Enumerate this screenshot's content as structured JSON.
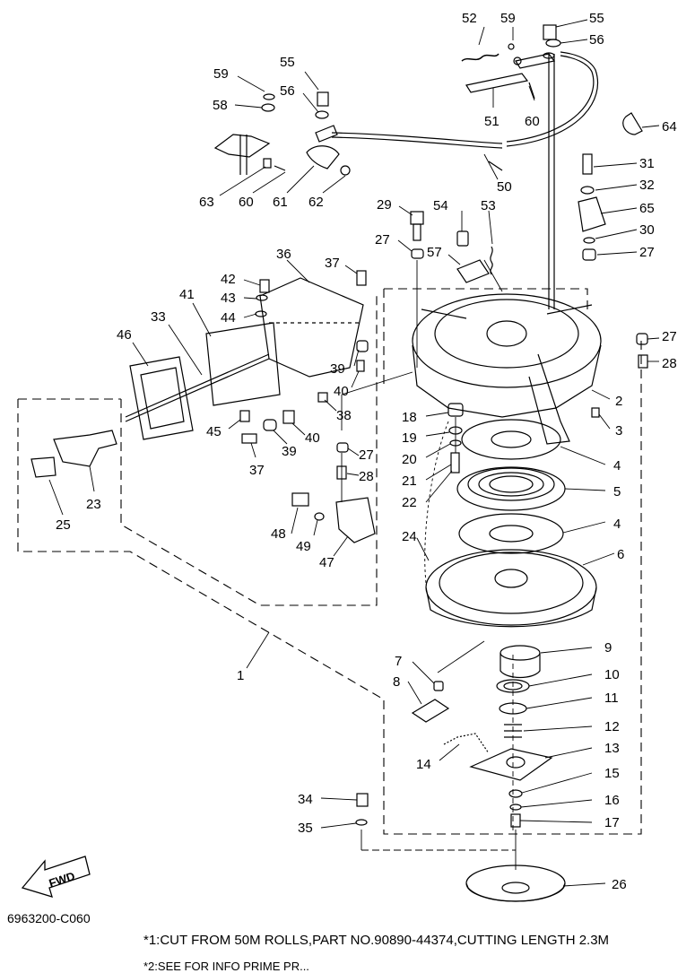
{
  "diagram": {
    "callouts": [
      {
        "id": "lbl-52",
        "text": "52"
      },
      {
        "id": "lbl-59a",
        "text": "59"
      },
      {
        "id": "lbl-55a",
        "text": "55"
      },
      {
        "id": "lbl-56a",
        "text": "56"
      },
      {
        "id": "lbl-51",
        "text": "51"
      },
      {
        "id": "lbl-60a",
        "text": "60"
      },
      {
        "id": "lbl-64",
        "text": "64"
      },
      {
        "id": "lbl-59b",
        "text": "59"
      },
      {
        "id": "lbl-55b",
        "text": "55"
      },
      {
        "id": "lbl-58",
        "text": "58"
      },
      {
        "id": "lbl-56b",
        "text": "56"
      },
      {
        "id": "lbl-50",
        "text": "50"
      },
      {
        "id": "lbl-63",
        "text": "63"
      },
      {
        "id": "lbl-60b",
        "text": "60"
      },
      {
        "id": "lbl-61",
        "text": "61"
      },
      {
        "id": "lbl-62",
        "text": "62"
      },
      {
        "id": "lbl-31",
        "text": "31"
      },
      {
        "id": "lbl-32",
        "text": "32"
      },
      {
        "id": "lbl-65",
        "text": "65"
      },
      {
        "id": "lbl-30",
        "text": "30"
      },
      {
        "id": "lbl-27a",
        "text": "27"
      },
      {
        "id": "lbl-29",
        "text": "29"
      },
      {
        "id": "lbl-54",
        "text": "54"
      },
      {
        "id": "lbl-53",
        "text": "53"
      },
      {
        "id": "lbl-27b",
        "text": "27"
      },
      {
        "id": "lbl-57",
        "text": "57"
      },
      {
        "id": "lbl-36",
        "text": "36"
      },
      {
        "id": "lbl-37a",
        "text": "37"
      },
      {
        "id": "lbl-42",
        "text": "42"
      },
      {
        "id": "lbl-43",
        "text": "43"
      },
      {
        "id": "lbl-44",
        "text": "44"
      },
      {
        "id": "lbl-41",
        "text": "41"
      },
      {
        "id": "lbl-33",
        "text": "33"
      },
      {
        "id": "lbl-46",
        "text": "46"
      },
      {
        "id": "lbl-27c",
        "text": "27"
      },
      {
        "id": "lbl-28a",
        "text": "28"
      },
      {
        "id": "lbl-39a",
        "text": "39"
      },
      {
        "id": "lbl-40a",
        "text": "40"
      },
      {
        "id": "lbl-38",
        "text": "38"
      },
      {
        "id": "lbl-2",
        "text": "2"
      },
      {
        "id": "lbl-3",
        "text": "3"
      },
      {
        "id": "lbl-45",
        "text": "45"
      },
      {
        "id": "lbl-40b",
        "text": "40"
      },
      {
        "id": "lbl-18",
        "text": "18"
      },
      {
        "id": "lbl-19",
        "text": "19"
      },
      {
        "id": "lbl-37b",
        "text": "37"
      },
      {
        "id": "lbl-39b",
        "text": "39"
      },
      {
        "id": "lbl-27d",
        "text": "27"
      },
      {
        "id": "lbl-20",
        "text": "20"
      },
      {
        "id": "lbl-4a",
        "text": "4"
      },
      {
        "id": "lbl-28b",
        "text": "28"
      },
      {
        "id": "lbl-21",
        "text": "21"
      },
      {
        "id": "lbl-22",
        "text": "22"
      },
      {
        "id": "lbl-5",
        "text": "5"
      },
      {
        "id": "lbl-23",
        "text": "23"
      },
      {
        "id": "lbl-25",
        "text": "25"
      },
      {
        "id": "lbl-48",
        "text": "48"
      },
      {
        "id": "lbl-49",
        "text": "49"
      },
      {
        "id": "lbl-47",
        "text": "47"
      },
      {
        "id": "lbl-4b",
        "text": "4"
      },
      {
        "id": "lbl-24",
        "text": "24"
      },
      {
        "id": "lbl-6",
        "text": "6"
      },
      {
        "id": "lbl-1",
        "text": "1"
      },
      {
        "id": "lbl-9",
        "text": "9"
      },
      {
        "id": "lbl-7",
        "text": "7"
      },
      {
        "id": "lbl-10",
        "text": "10"
      },
      {
        "id": "lbl-8",
        "text": "8"
      },
      {
        "id": "lbl-11",
        "text": "11"
      },
      {
        "id": "lbl-12",
        "text": "12"
      },
      {
        "id": "lbl-13",
        "text": "13"
      },
      {
        "id": "lbl-14",
        "text": "14"
      },
      {
        "id": "lbl-15",
        "text": "15"
      },
      {
        "id": "lbl-34",
        "text": "34"
      },
      {
        "id": "lbl-16",
        "text": "16"
      },
      {
        "id": "lbl-35",
        "text": "35"
      },
      {
        "id": "lbl-17",
        "text": "17"
      },
      {
        "id": "lbl-26",
        "text": "26"
      }
    ],
    "fwd_label": "FWD",
    "diagram_code": "6963200-C060",
    "footnote": "*1:CUT FROM 50M ROLLS,PART NO.90890-44374,CUTTING LENGTH 2.3M",
    "footnote_partial": "*2:SEE FOR INFO PRIME PR..."
  },
  "colors": {
    "ink": "#000000",
    "background": "#ffffff"
  }
}
